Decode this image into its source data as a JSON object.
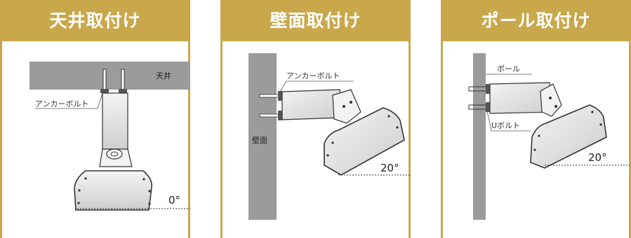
{
  "panels": [
    {
      "title": "天井取付け",
      "labels": {
        "surface": "天井",
        "bolt": "アンカーボルト",
        "angle": "0°"
      }
    },
    {
      "title": "壁面取付け",
      "labels": {
        "surface": "壁面",
        "bolt": "アンカーボルト",
        "angle": "20°"
      }
    },
    {
      "title": "ポール取付け",
      "labels": {
        "surface": "ポール",
        "bolt": "Uボルト",
        "angle": "20°"
      }
    }
  ],
  "colors": {
    "header": "#c9a84c",
    "surface": "#9b9b9b",
    "body": "#e9e9e9"
  }
}
